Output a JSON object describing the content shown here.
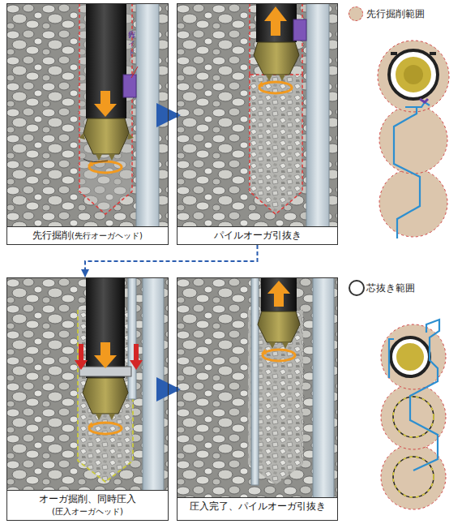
{
  "diagram": {
    "nodes": [
      {
        "text": [
          "先行掘削",
          "(先行オーガヘッド)"
        ]
      },
      {
        "text": [
          "パイルオーガ引抜き"
        ]
      },
      {
        "text": [
          "オーガ掘削、同時圧入",
          "(圧入オーガヘッド)"
        ]
      },
      {
        "text": [
          "圧入完了、パイルオーガ引抜き"
        ]
      }
    ],
    "edges": [
      {
        "from": 0,
        "to": 1,
        "arrow": "to"
      },
      {
        "from": 1,
        "to": 2,
        "arrow": "to"
      },
      {
        "from": 2,
        "to": 3,
        "arrow": "to"
      }
    ],
    "labels": [
      "先行ガイド"
    ],
    "legend": [
      {
        "text": "先行掘削範囲",
        "color": "#dcc6ad"
      },
      {
        "text": "芯抜き範囲"
      }
    ]
  }
}
